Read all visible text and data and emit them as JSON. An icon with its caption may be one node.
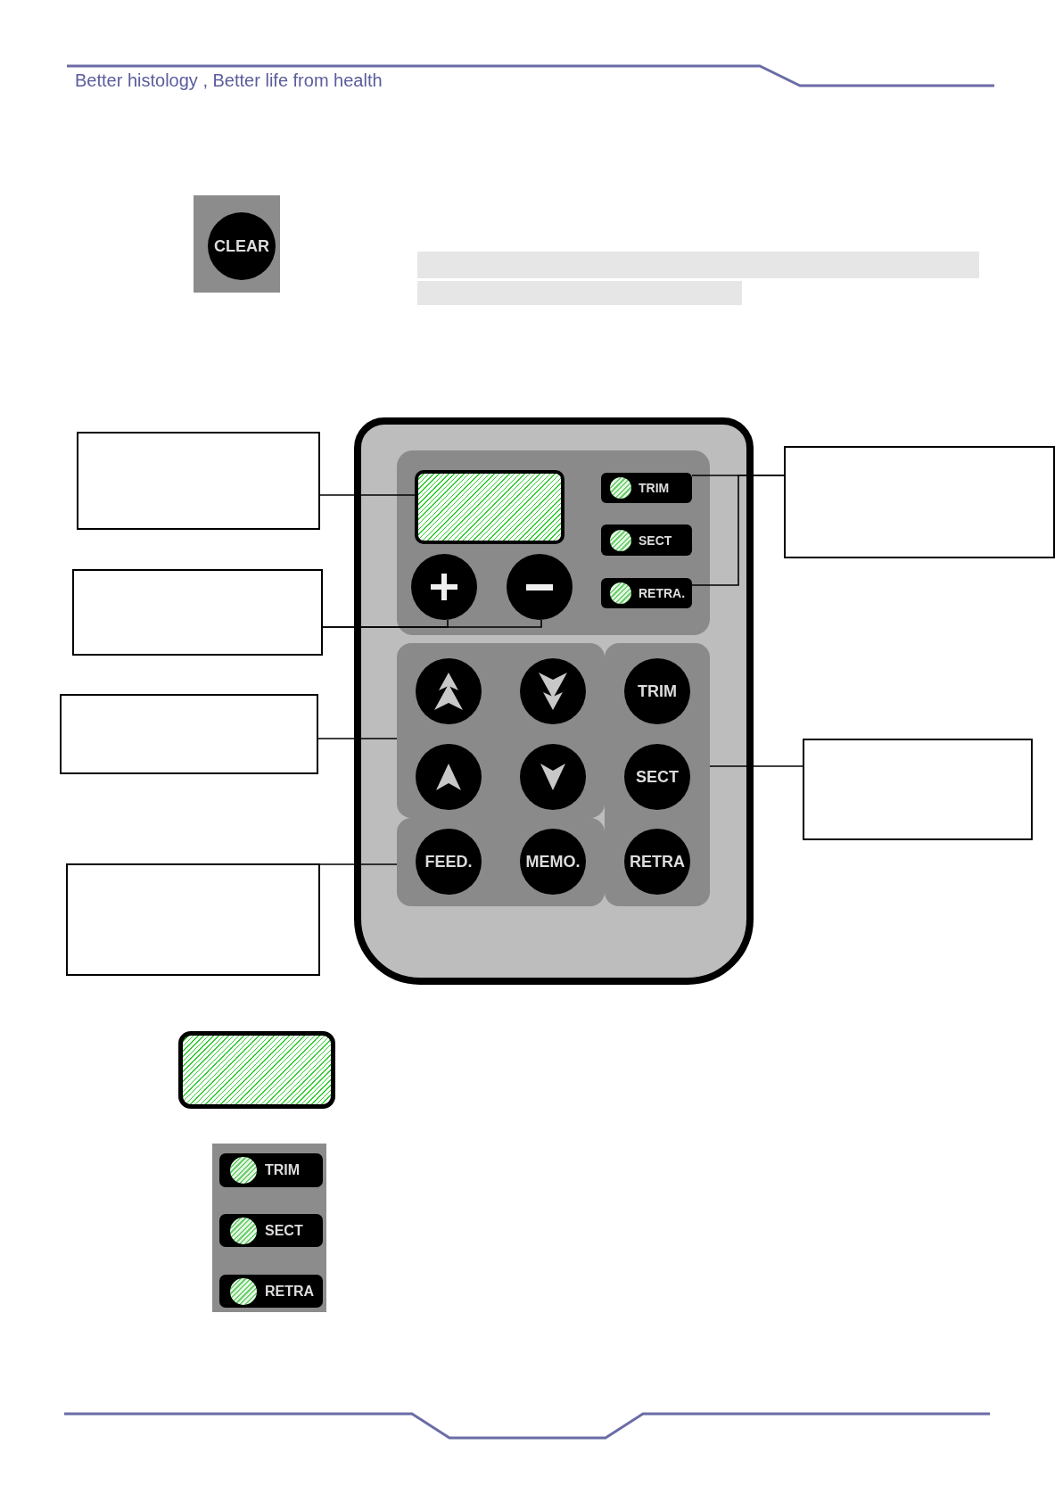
{
  "diagram": {
    "nodes": [
      {
        "text": [],
        "shape": "box"
      },
      {
        "text": [
          "CLEAR"
        ],
        "in": 0
      },
      {
        "text": [],
        "shape": "box"
      },
      {
        "text": [],
        "shape": "box",
        "in": 2
      },
      {
        "text": [],
        "shape": "box",
        "in": 3
      },
      {
        "text": [
          "TRIM"
        ],
        "in": 3
      },
      {
        "text": [
          "SECT"
        ],
        "in": 3
      },
      {
        "text": [],
        "shape": "circle",
        "in": 3
      },
      {
        "text": [],
        "shape": "circle",
        "in": 3
      },
      {
        "text": [
          "RETRA."
        ],
        "in": 3
      },
      {
        "text": [],
        "shape": "box",
        "in": 2
      },
      {
        "text": [],
        "shape": "circle",
        "in": 10
      },
      {
        "text": [],
        "shape": "circle",
        "in": 10
      },
      {
        "text": [],
        "shape": "box",
        "in": 2
      },
      {
        "text": [
          "TRIM"
        ],
        "in": 13
      },
      {
        "text": [],
        "shape": "circle",
        "in": 10
      },
      {
        "text": [],
        "shape": "circle",
        "in": 10
      },
      {
        "text": [
          "SECT"
        ],
        "in": 13
      },
      {
        "text": [],
        "shape": "box",
        "in": 2
      },
      {
        "text": [
          "FEED."
        ],
        "in": 18
      },
      {
        "text": [
          "MEMO."
        ],
        "in": 18
      },
      {
        "text": [
          "RETRA"
        ],
        "in": 13
      },
      {
        "text": [],
        "shape": "box"
      },
      {
        "text": [],
        "shape": "box"
      },
      {
        "text": [],
        "shape": "box"
      },
      {
        "text": [],
        "shape": "box"
      },
      {
        "text": [],
        "shape": "box"
      },
      {
        "text": [],
        "shape": "box"
      },
      {
        "text": [],
        "shape": "box"
      },
      {
        "text": [],
        "shape": "box"
      },
      {
        "text": [
          "TRIM"
        ],
        "in": 29
      },
      {
        "text": [
          "SECT"
        ],
        "in": 29
      },
      {
        "text": [
          "RETRA"
        ],
        "in": 29
      }
    ],
    "edges": [
      {
        "from": 22,
        "to": 4,
        "arrow": "none"
      },
      {
        "from": 23,
        "to": 5,
        "arrow": "none"
      },
      {
        "from": 23,
        "to": 9,
        "arrow": "none"
      },
      {
        "from": 24,
        "to": 7,
        "arrow": "none"
      },
      {
        "from": 24,
        "to": 8,
        "arrow": "none"
      },
      {
        "from": 25,
        "to": 10,
        "arrow": "none"
      },
      {
        "from": 26,
        "to": 13,
        "arrow": "none"
      },
      {
        "from": 27,
        "to": 18,
        "arrow": "none"
      }
    ],
    "labels": [
      "Better histology , Better life from health"
    ]
  }
}
